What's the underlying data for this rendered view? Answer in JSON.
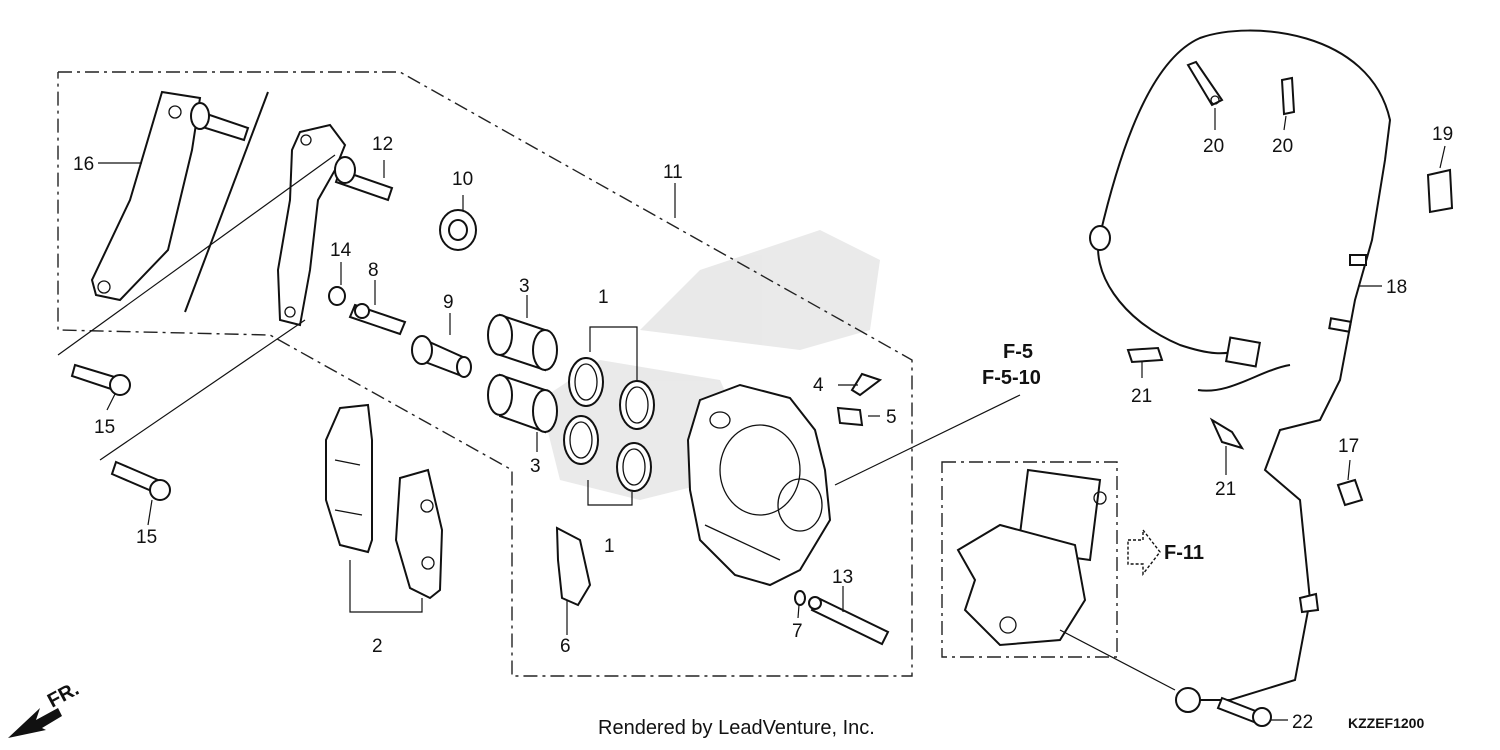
{
  "callouts": {
    "c1a": "1",
    "c1b": "1",
    "c2": "2",
    "c3a": "3",
    "c3b": "3",
    "c4": "4",
    "c5": "5",
    "c6": "6",
    "c7": "7",
    "c8": "8",
    "c9": "9",
    "c10": "10",
    "c11": "11",
    "c12": "12",
    "c13": "13",
    "c14": "14",
    "c15a": "15",
    "c15b": "15",
    "c16": "16",
    "c17": "17",
    "c18": "18",
    "c19": "19",
    "c20a": "20",
    "c20b": "20",
    "c21a": "21",
    "c21b": "21",
    "c22": "22"
  },
  "refs": {
    "f5": "F-5",
    "f510": "F-5-10",
    "f11": "F-11"
  },
  "direction": "FR.",
  "footer": "Rendered by LeadVenture, Inc.",
  "diagram_code": "KZZEF1200"
}
